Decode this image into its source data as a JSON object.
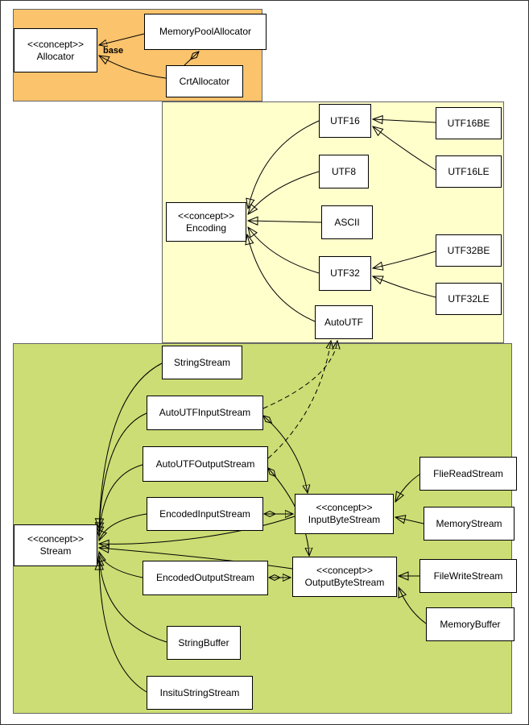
{
  "diagram": {
    "regions": {
      "allocator": {
        "color": "#FAC36C"
      },
      "encoding": {
        "color": "#FFFFCC"
      },
      "stream": {
        "color": "#CBDD74"
      }
    },
    "nodes": {
      "allocator": {
        "stereotype": "<<concept>>",
        "name": "Allocator"
      },
      "memoryPoolAllocator": {
        "label": "MemoryPoolAllocator"
      },
      "crtAllocator": {
        "label": "CrtAllocator"
      },
      "encoding": {
        "stereotype": "<<concept>>",
        "name": "Encoding"
      },
      "utf16": {
        "label": "UTF16"
      },
      "utf8": {
        "label": "UTF8"
      },
      "ascii": {
        "label": "ASCII"
      },
      "utf32": {
        "label": "UTF32"
      },
      "autoUtf": {
        "label": "AutoUTF"
      },
      "utf16be": {
        "label": "UTF16BE"
      },
      "utf16le": {
        "label": "UTF16LE"
      },
      "utf32be": {
        "label": "UTF32BE"
      },
      "utf32le": {
        "label": "UTF32LE"
      },
      "stream": {
        "stereotype": "<<concept>>",
        "name": "Stream"
      },
      "stringStream": {
        "label": "StringStream"
      },
      "autoUtfInputStream": {
        "label": "AutoUTFInputStream"
      },
      "autoUtfOutputStream": {
        "label": "AutoUTFOutputStream"
      },
      "encodedInputStream": {
        "label": "EncodedInputStream"
      },
      "encodedOutputStream": {
        "label": "EncodedOutputStream"
      },
      "stringBuffer": {
        "label": "StringBuffer"
      },
      "insituStringStream": {
        "label": "InsituStringStream"
      },
      "inputByteStream": {
        "stereotype": "<<concept>>",
        "name": "InputByteStream"
      },
      "outputByteStream": {
        "stereotype": "<<concept>>",
        "name": "OutputByteStream"
      },
      "flieReadStream": {
        "label": "FlieReadStream"
      },
      "memoryStream": {
        "label": "MemoryStream"
      },
      "fileWriteStream": {
        "label": "FileWriteStream"
      },
      "memoryBuffer": {
        "label": "MemoryBuffer"
      }
    },
    "edge_labels": {
      "base": "base"
    }
  }
}
